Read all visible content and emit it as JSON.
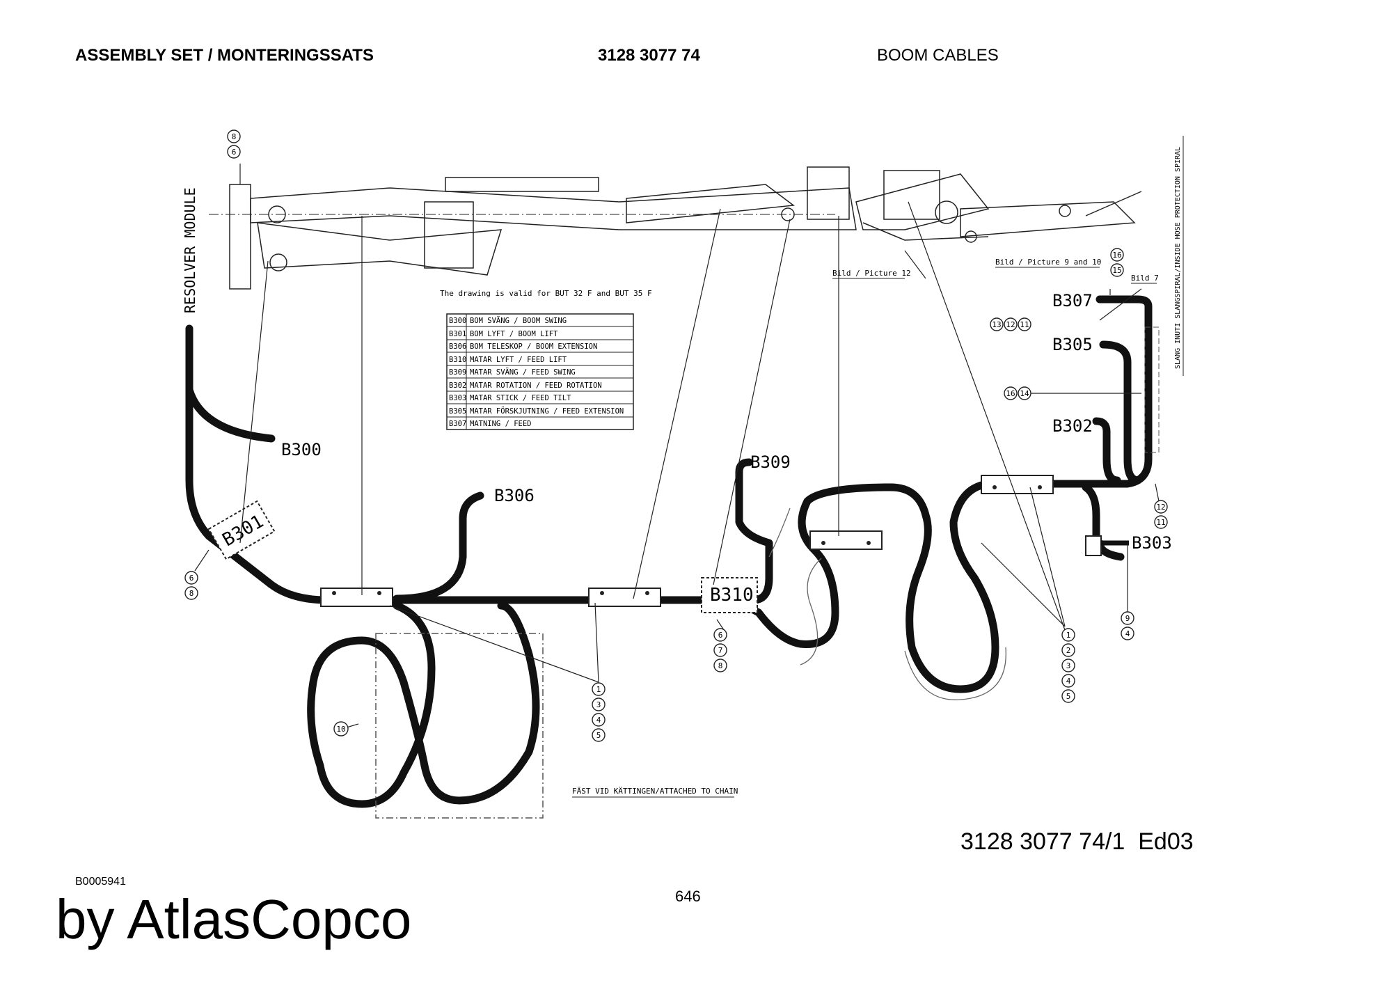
{
  "header": {
    "left": "ASSEMBLY SET / MONTERINGSSATS",
    "middle": "3128 3077 74",
    "right": "BOOM CABLES"
  },
  "drawing": {
    "resolver_module": "RESOLVER MODULE",
    "validity_note": "The drawing is valid for BUT 32 F and BUT 35 F",
    "legend": [
      {
        "code": "B300",
        "text": "BOM SVÄNG / BOOM SWING"
      },
      {
        "code": "B301",
        "text": "BOM LYFT / BOOM LIFT"
      },
      {
        "code": "B306",
        "text": "BOM TELESKOP / BOOM EXTENSION"
      },
      {
        "code": "B310",
        "text": "MATAR LYFT / FEED LIFT"
      },
      {
        "code": "B309",
        "text": "MATAR SVÄNG / FEED SWING"
      },
      {
        "code": "B302",
        "text": "MATAR ROTATION / FEED ROTATION"
      },
      {
        "code": "B303",
        "text": "MATAR STICK / FEED TILT"
      },
      {
        "code": "B305",
        "text": "MATAR FÖRSKJUTNING / FEED EXTENSION"
      },
      {
        "code": "B307",
        "text": "MATNING / FEED"
      }
    ],
    "sensors": {
      "b300": "B300",
      "b301": "B301",
      "b306": "B306",
      "b309": "B309",
      "b310": "B310",
      "b307": "B307",
      "b305": "B305",
      "b302": "B302",
      "b303": "B303"
    },
    "picture_refs": {
      "pic12": "Bild / Picture 12",
      "pic9": "Bild / Picture 9 and 10",
      "pic7": "Bild 7"
    },
    "hose_spiral_note": "SLANG INUTI SLANGSPIRAL/INSIDE HOSE PROTECTION SPIRAL",
    "chain_note": "FÄST VID KÄTTINGEN/ATTACHED TO CHAIN",
    "callouts": {
      "top_left": [
        "8",
        "6"
      ],
      "b301_side": [
        "6",
        "8"
      ],
      "center_group": [
        "1",
        "3",
        "4",
        "5"
      ],
      "b310_group": [
        "6",
        "7",
        "8"
      ],
      "chain_loop": "10",
      "right_group": [
        "1",
        "2",
        "3",
        "4",
        "5"
      ],
      "b307_top": [
        "16",
        "15"
      ],
      "b307_left": [
        "13",
        "12",
        "11"
      ],
      "b305_left": [
        "16",
        "14"
      ],
      "lower_right": [
        "12",
        "11"
      ],
      "b303_group": [
        "9",
        "4"
      ]
    }
  },
  "drawing_ref": "3128 3077 74/1  Ed03",
  "image_code": "B0005941",
  "page_number": "646",
  "brand": "by AtlasCopco"
}
